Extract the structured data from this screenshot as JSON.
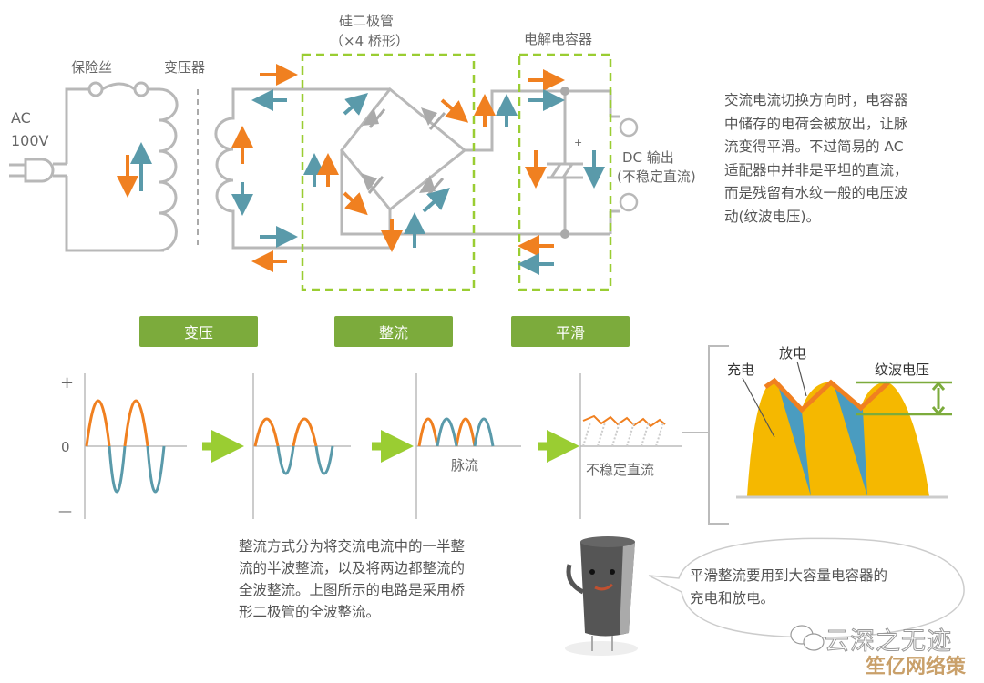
{
  "circuit": {
    "ac_label_line1": "AC",
    "ac_label_line2": "100V",
    "fuse_label": "保险丝",
    "transformer_label": "变压器",
    "diode_label_line1": "硅二极管",
    "diode_label_line2": "（×4 桥形）",
    "capacitor_label": "电解电容器",
    "capacitor_plus": "+",
    "dc_output_line1": "DC 输出",
    "dc_output_line2": "(不稳定直流)"
  },
  "explanation": {
    "lines": [
      "交流电流切换方向时，电容器",
      "中储存的电荷会被放出，让脉",
      "流变得平滑。不过简易的 AC",
      "适配器中并非是平坦的直流，",
      "而是残留有水纹一般的电压波",
      "动(纹波电压)。"
    ]
  },
  "stages": [
    {
      "label": "变压"
    },
    {
      "label": "整流"
    },
    {
      "label": "平滑"
    }
  ],
  "waveforms": {
    "axis_plus": "+",
    "axis_zero": "0",
    "axis_minus": "—",
    "pulse_label": "脉流",
    "unstable_dc_label": "不稳定直流"
  },
  "ripple": {
    "charge_label": "充电",
    "discharge_label": "放电",
    "ripple_voltage_label": "纹波电压"
  },
  "note": {
    "lines": [
      "整流方式分为将交流电流中的一半整",
      "流的半波整流，以及将两边都整流的",
      "全波整流。上图所示的电路是采用桥",
      "形二极管的全波整流。"
    ]
  },
  "bubble": {
    "lines": [
      "平滑整流要用到大容量电容器的",
      "充电和放电。"
    ]
  },
  "watermark": {
    "wechat": "云深之无迹",
    "brand": "笙亿网络策划"
  },
  "colors": {
    "orange": "#f08020",
    "blue": "#5a9aaa",
    "green": "#7cab3c",
    "dashed_green": "#9acd32",
    "wire": "#b8b8b8",
    "ripple_yellow": "#f5b800",
    "ripple_blue": "#4a9cc0"
  }
}
